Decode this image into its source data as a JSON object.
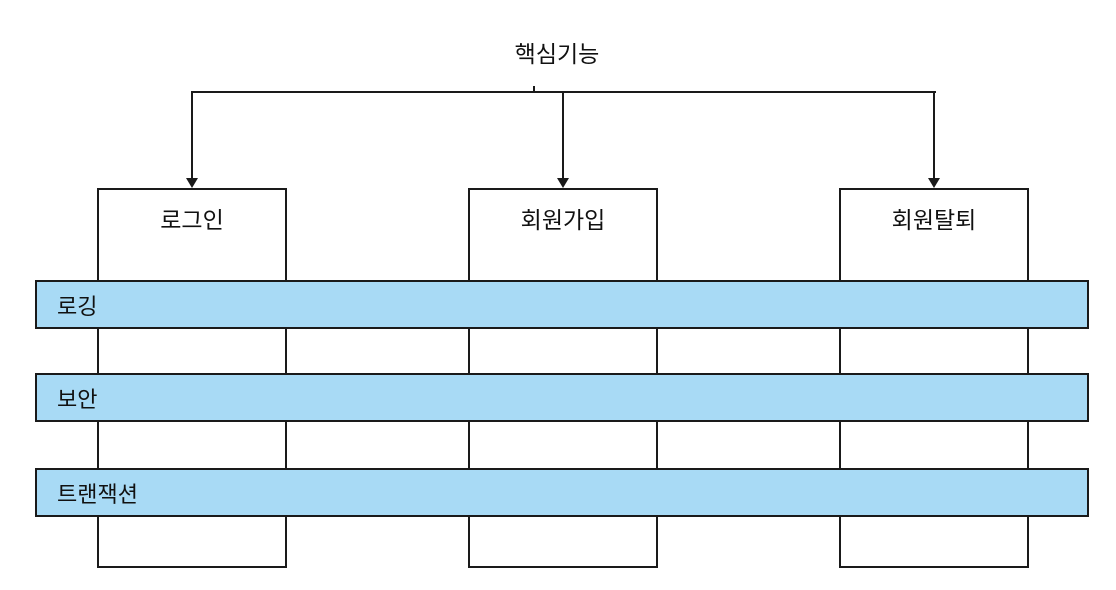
{
  "diagram": {
    "title": "핵심기능",
    "function_boxes": [
      {
        "label": "로그인"
      },
      {
        "label": "회원가입"
      },
      {
        "label": "회원탈퇴"
      }
    ],
    "aspect_bars": [
      {
        "label": "로깅"
      },
      {
        "label": "보안"
      },
      {
        "label": "트랜잭션"
      }
    ],
    "colors": {
      "background": "#ffffff",
      "line": "#1a1a1a",
      "bar_fill": "#a8daf5",
      "bar_border": "#1a1a1a",
      "box_fill": "#ffffff",
      "box_border": "#1a1a1a",
      "text": "#111111"
    }
  }
}
